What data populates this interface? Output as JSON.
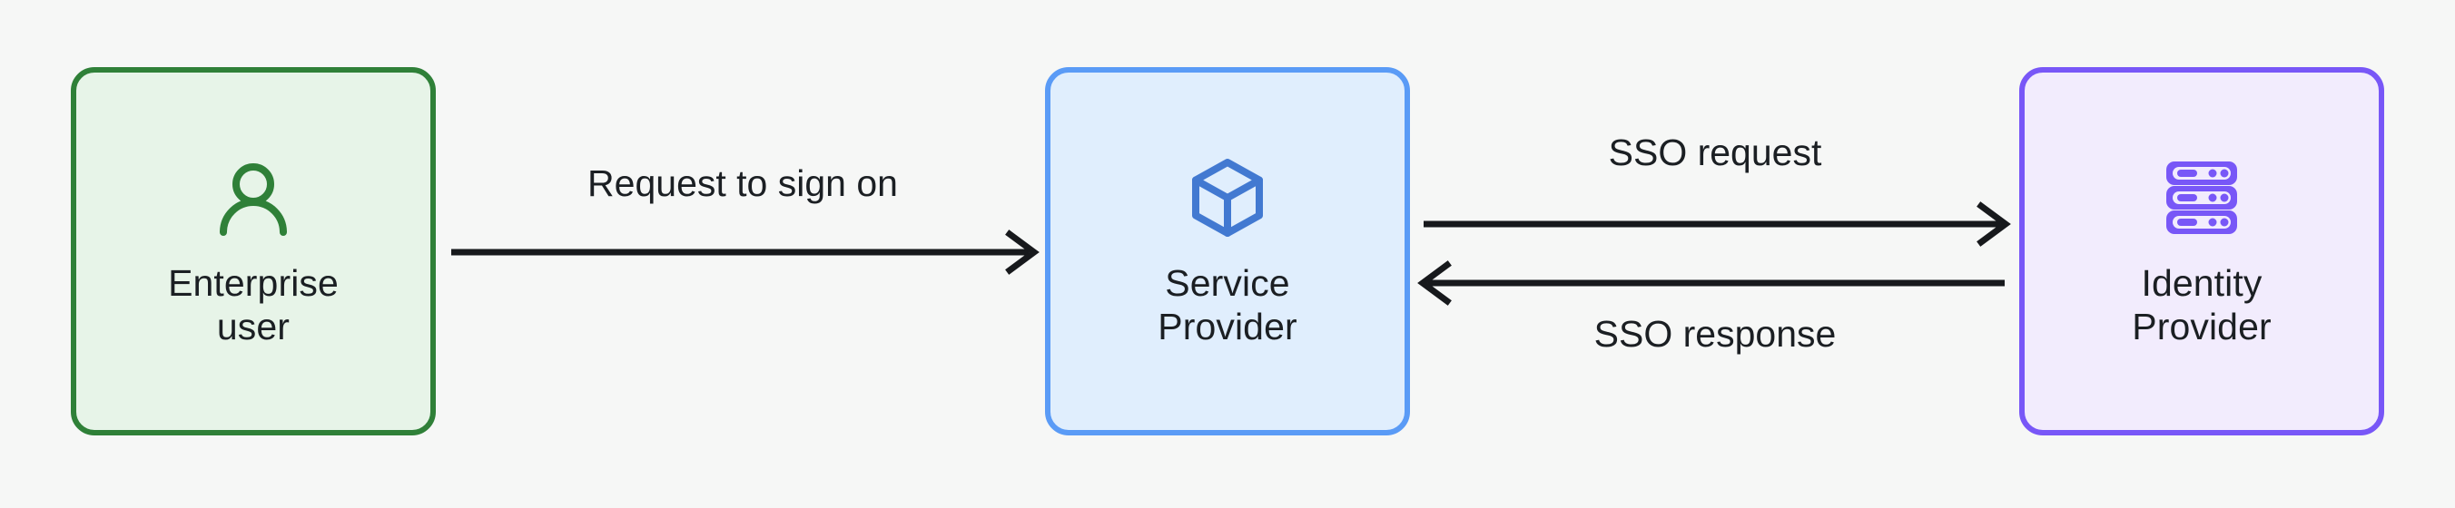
{
  "diagram": {
    "background_color": "#f6f7f6",
    "text_color": "#1b1f23",
    "nodes": [
      {
        "id": "enterprise-user",
        "label": "Enterprise\nuser",
        "icon": "person-icon",
        "fill_color": "#e7f4e8",
        "border_color": "#2f8038",
        "icon_color": "#2f8038"
      },
      {
        "id": "service-provider",
        "label": "Service\nProvider",
        "icon": "cube-icon",
        "fill_color": "#e0eefd",
        "border_color": "#5a9bf6",
        "icon_color": "#4279d1"
      },
      {
        "id": "identity-provider",
        "label": "Identity\nProvider",
        "icon": "server-rack-icon",
        "fill_color": "#f2ecfd",
        "border_color": "#7857f7",
        "icon_color": "#7857f7"
      }
    ],
    "edges": [
      {
        "id": "request-to-sign-on",
        "label": "Request to sign on",
        "from": "enterprise-user",
        "to": "service-provider",
        "direction": "right",
        "color": "#17191c"
      },
      {
        "id": "sso-request",
        "label": "SSO request",
        "from": "service-provider",
        "to": "identity-provider",
        "direction": "right",
        "color": "#17191c"
      },
      {
        "id": "sso-response",
        "label": "SSO response",
        "from": "identity-provider",
        "to": "service-provider",
        "direction": "left",
        "color": "#17191c"
      }
    ]
  }
}
